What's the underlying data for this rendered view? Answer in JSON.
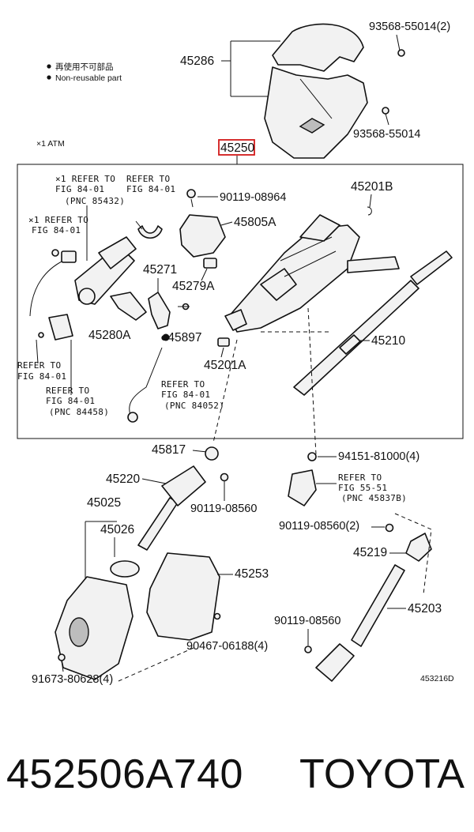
{
  "legend": {
    "non_reusable_jp": "再使用不可部品",
    "non_reusable_en": "Non-reusable part",
    "note": "×1  ATM"
  },
  "callouts": {
    "c45286": "45286",
    "c93568_2": "93568-55014(2)",
    "c93568": "93568-55014",
    "c45250": "45250",
    "c90119_08964": "90119-08964",
    "c45201B": "45201B",
    "c45805A": "45805A",
    "c45271": "45271",
    "c45279A": "45279A",
    "c45280A": "45280A",
    "c45897": "●45897",
    "c45201A": "45201A",
    "c45210": "45210",
    "c45817": "45817",
    "c94151": "94151-81000(4)",
    "c45220": "45220",
    "c90119_08560a": "90119-08560",
    "c45025": "45025",
    "c45026": "45026",
    "c90119_08560_2": "90119-08560(2)",
    "c45219": "45219",
    "c45253": "45253",
    "c45203": "45203",
    "c90119_08560b": "90119-08560",
    "c90467": "90467-06188(4)",
    "c91673": "91673-80628(4)",
    "c453216D": "453216D"
  },
  "refs": {
    "r1_l1": "×1 REFER TO",
    "r1_l2": "FIG 84-01",
    "r1_l3": "(PNC 85432)",
    "r2_l1": "REFER TO",
    "r2_l2": "FIG 84-01",
    "r3_l1": "×1 REFER TO",
    "r3_l2": "FIG 84-01",
    "r4_l1": "REFER TO",
    "r4_l2": "FIG 84-01",
    "r5_l1": "REFER TO",
    "r5_l2": "FIG 84-01",
    "r5_l3": "(PNC 84458)",
    "r6_l1": "REFER TO",
    "r6_l2": "FIG 84-01",
    "r6_l3": "(PNC 84052)",
    "r7_l1": "REFER TO",
    "r7_l2": "FIG 55-51",
    "r7_l3": "(PNC 45837B)"
  },
  "footer": {
    "part_number": "452506A740",
    "brand": "TOYOTA"
  },
  "colors": {
    "highlight_box": "#d11a1a",
    "ink": "#111111"
  }
}
